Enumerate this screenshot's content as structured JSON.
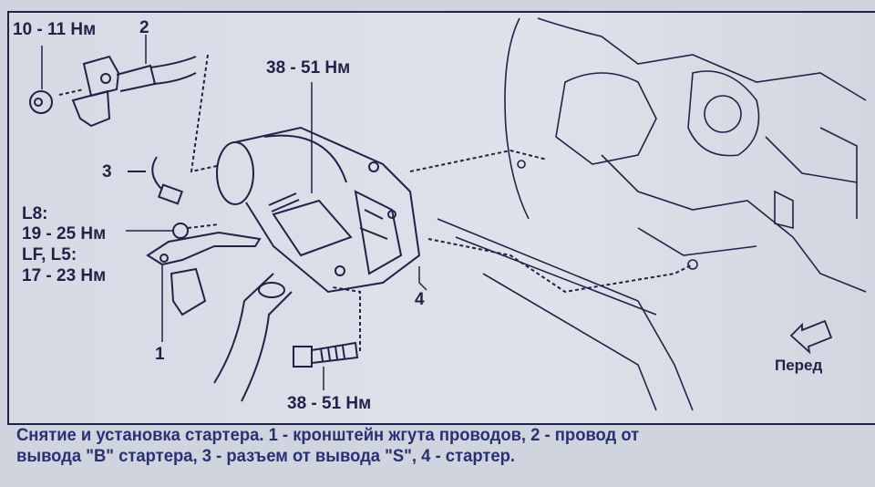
{
  "labels": {
    "torque_top_left": "10 - 11 Нм",
    "part_2": "2",
    "torque_starter": "38 - 51 Нм",
    "part_3": "3",
    "l8": "L8:",
    "torque_l8": "19 - 25 Нм",
    "lf_l5": "LF, L5:",
    "torque_lf_l5": "17 - 23 Нм",
    "part_1": "1",
    "part_4": "4",
    "torque_bolt": "38 - 51 Нм",
    "front": "Перед"
  },
  "caption": {
    "line1": "Снятие и установка стартера. 1 - кронштейн жгута проводов, 2 - провод от",
    "line2": "вывода \"B\" стартера, 3 - разъем от вывода \"S\", 4 - стартер."
  },
  "colors": {
    "ink": "#1f2447",
    "paper": "#d8dce6",
    "caption": "#2a3170"
  }
}
